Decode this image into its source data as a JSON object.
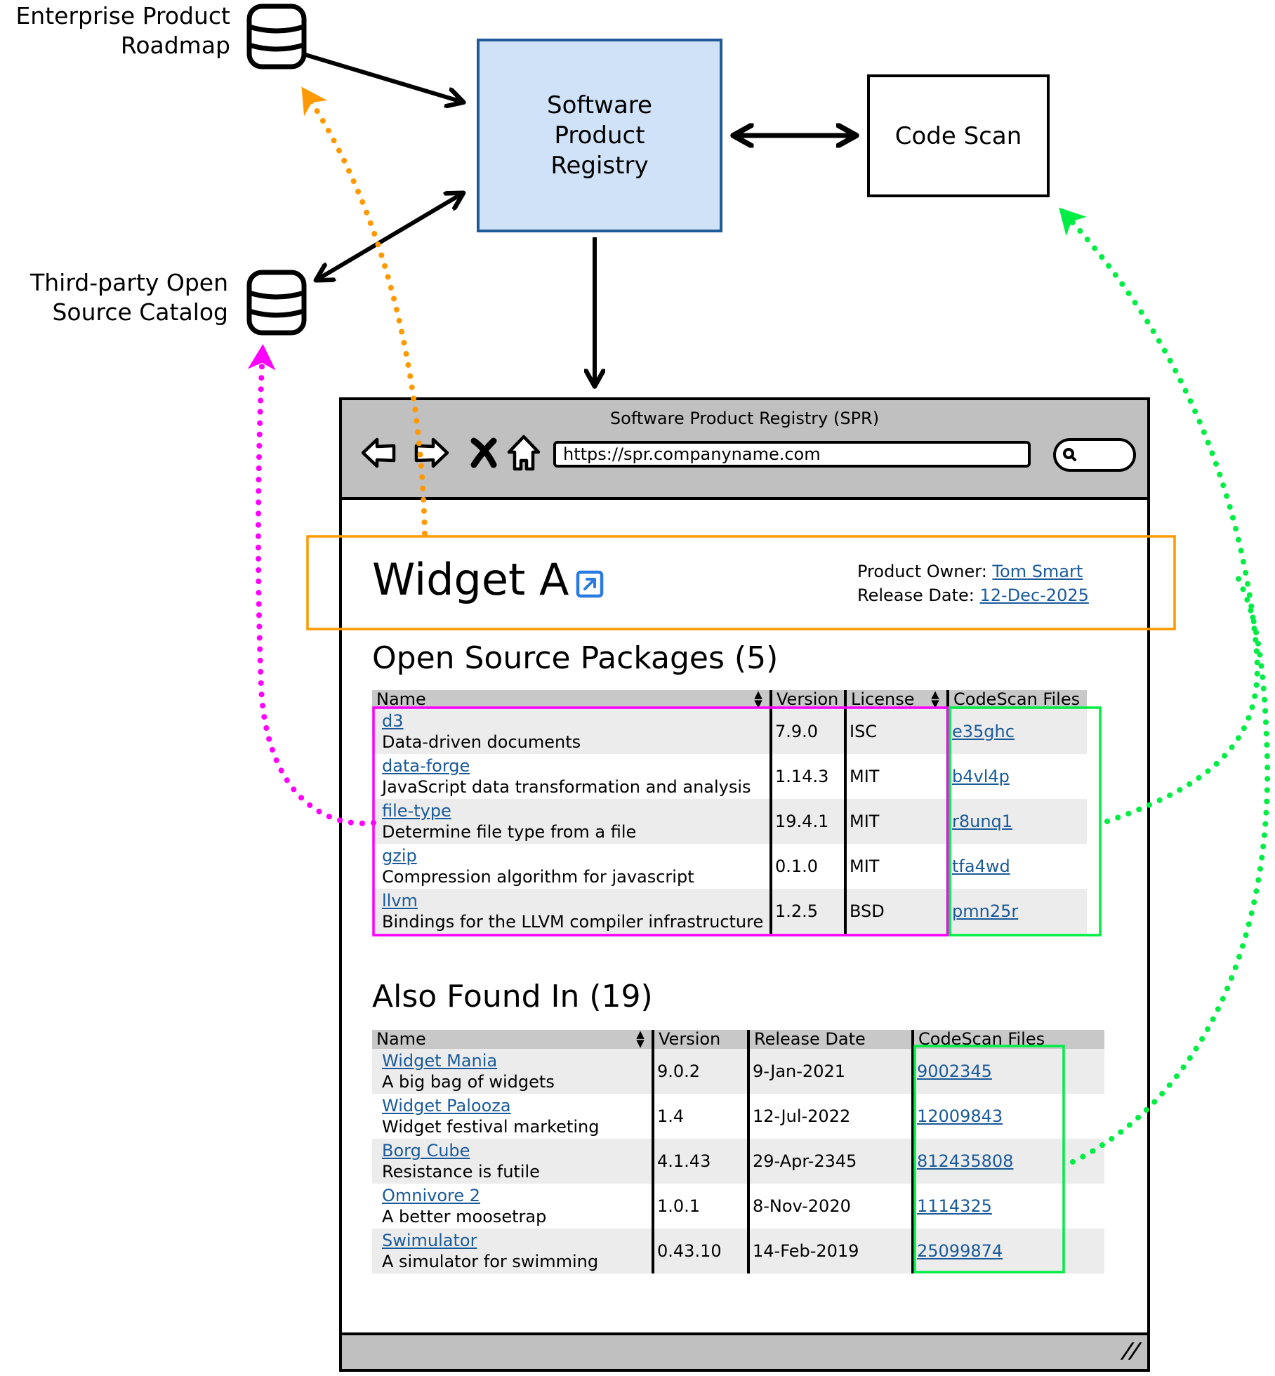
{
  "diagram": {
    "nodes": {
      "roadmap": {
        "label_line1": "Enterprise Product",
        "label_line2": "Roadmap",
        "icon": "database-icon"
      },
      "catalog": {
        "label_line1": "Third-party Open",
        "label_line2": "Source Catalog",
        "icon": "database-icon"
      },
      "spr": {
        "line1": "Software",
        "line2": "Product",
        "line3": "Registry"
      },
      "code_scan": {
        "label": "Code Scan"
      }
    },
    "colors": {
      "spr_fill": "#cfe2f8",
      "spr_border": "#1f5b99",
      "highlight_orange": "#ff9900",
      "highlight_magenta": "#ff00ff",
      "highlight_green": "#00ee44",
      "link": "#1a5a9a"
    },
    "connections": [
      {
        "from": "roadmap",
        "to": "spr",
        "style": "solid",
        "direction": "one-way"
      },
      {
        "from": "catalog",
        "to": "spr",
        "style": "solid",
        "direction": "two-way"
      },
      {
        "from": "spr",
        "to": "code_scan",
        "style": "solid",
        "direction": "two-way"
      },
      {
        "from": "spr",
        "to": "browser",
        "style": "solid",
        "direction": "one-way"
      },
      {
        "from": "product-header",
        "to": "roadmap",
        "style": "dotted",
        "color": "orange"
      },
      {
        "from": "packages-name-columns",
        "to": "catalog",
        "style": "dotted",
        "color": "magenta"
      },
      {
        "from": "packages-codescan-column",
        "to": "code_scan",
        "style": "dotted",
        "color": "green"
      },
      {
        "from": "also-found-codescan-column",
        "to": "code_scan",
        "style": "dotted",
        "color": "green"
      }
    ]
  },
  "browser": {
    "title": "Software Product Registry (SPR)",
    "url": "https://spr.companyname.com",
    "nav_icons": [
      "back-arrow-icon",
      "forward-arrow-icon",
      "stop-icon",
      "home-icon"
    ],
    "search_icon": "search-icon",
    "resize_glyph": "//"
  },
  "product": {
    "title": "Widget A",
    "owner_label": "Product Owner:",
    "owner": "Tom Smart",
    "release_label": "Release Date:",
    "release_date": "12-Dec-2025"
  },
  "packages": {
    "heading": "Open Source Packages (5)",
    "columns": [
      "Name",
      "Version",
      "License",
      "CodeScan Files"
    ],
    "sort_glyph": "⬍",
    "rows": [
      {
        "name": "d3",
        "desc": "Data-driven documents",
        "version": "7.9.0",
        "license": "ISC",
        "codescan": "e35ghc"
      },
      {
        "name": "data-forge",
        "desc": "JavaScript data transformation and analysis",
        "version": "1.14.3",
        "license": "MIT",
        "codescan": "b4vl4p"
      },
      {
        "name": "file-type",
        "desc": "Determine file type from a file",
        "version": "19.4.1",
        "license": "MIT",
        "codescan": "r8unq1"
      },
      {
        "name": "gzip",
        "desc": "Compression algorithm for javascript",
        "version": "0.1.0",
        "license": "MIT",
        "codescan": "tfa4wd"
      },
      {
        "name": "llvm",
        "desc": "Bindings for the LLVM compiler infrastructure",
        "version": "1.2.5",
        "license": "BSD",
        "codescan": "pmn25r"
      }
    ]
  },
  "also_found": {
    "heading": "Also Found In (19)",
    "columns": [
      "Name",
      "Version",
      "Release Date",
      "CodeScan Files"
    ],
    "sort_glyph": "⬍",
    "rows": [
      {
        "name": "Widget Mania",
        "desc": "A big bag of widgets",
        "version": "9.0.2",
        "release": "9-Jan-2021",
        "codescan": "9002345"
      },
      {
        "name": "Widget Palooza",
        "desc": "Widget festival marketing",
        "version": "1.4",
        "release": "12-Jul-2022",
        "codescan": "12009843"
      },
      {
        "name": "Borg Cube",
        "desc": "Resistance is futile",
        "version": "4.1.43",
        "release": "29-Apr-2345",
        "codescan": "812435808"
      },
      {
        "name": "Omnivore 2",
        "desc": "A better moosetrap",
        "version": "1.0.1",
        "release": "8-Nov-2020",
        "codescan": "1114325"
      },
      {
        "name": "Swimulator",
        "desc": "A simulator for swimming",
        "version": "0.43.10",
        "release": "14-Feb-2019",
        "codescan": "25099874"
      }
    ]
  }
}
